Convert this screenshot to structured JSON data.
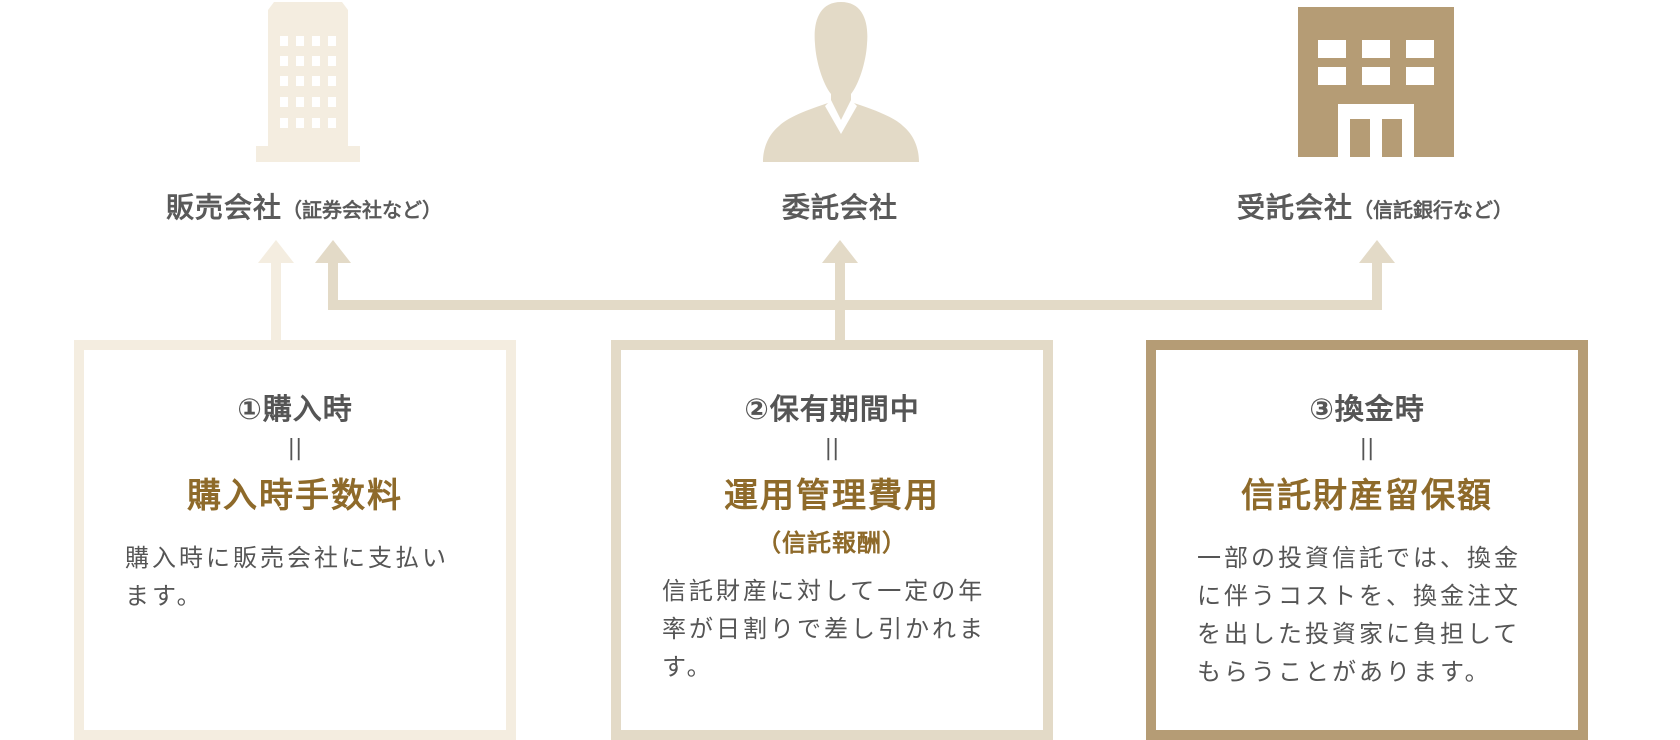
{
  "colors": {
    "light": "#f4ede0",
    "mid": "#e3dac7",
    "dark": "#b59c75",
    "accent": "#8e6a2a",
    "text": "#555555"
  },
  "companies": [
    {
      "icon": "office-building-icon",
      "name": "販売会社",
      "sub": "（証券会社など）"
    },
    {
      "icon": "businessperson-icon",
      "name": "委託会社",
      "sub": ""
    },
    {
      "icon": "bank-building-icon",
      "name": "受託会社",
      "sub": "（信託銀行など）"
    }
  ],
  "boxes": [
    {
      "stage": "①購入時",
      "eq": "||",
      "fee": "購入時手数料",
      "fee_sub": "",
      "desc": "購入時に販売会社に支払います。"
    },
    {
      "stage": "②保有期間中",
      "eq": "||",
      "fee": "運用管理費用",
      "fee_sub": "（信託報酬）",
      "desc": "信託財産に対して一定の年率が日割りで差し引かれます。"
    },
    {
      "stage": "③換金時",
      "eq": "||",
      "fee": "信託財産留保額",
      "fee_sub": "",
      "desc": "一部の投資信託では、換金に伴うコストを、換金注文を出した投資家に負担してもらうことがあります。"
    }
  ]
}
